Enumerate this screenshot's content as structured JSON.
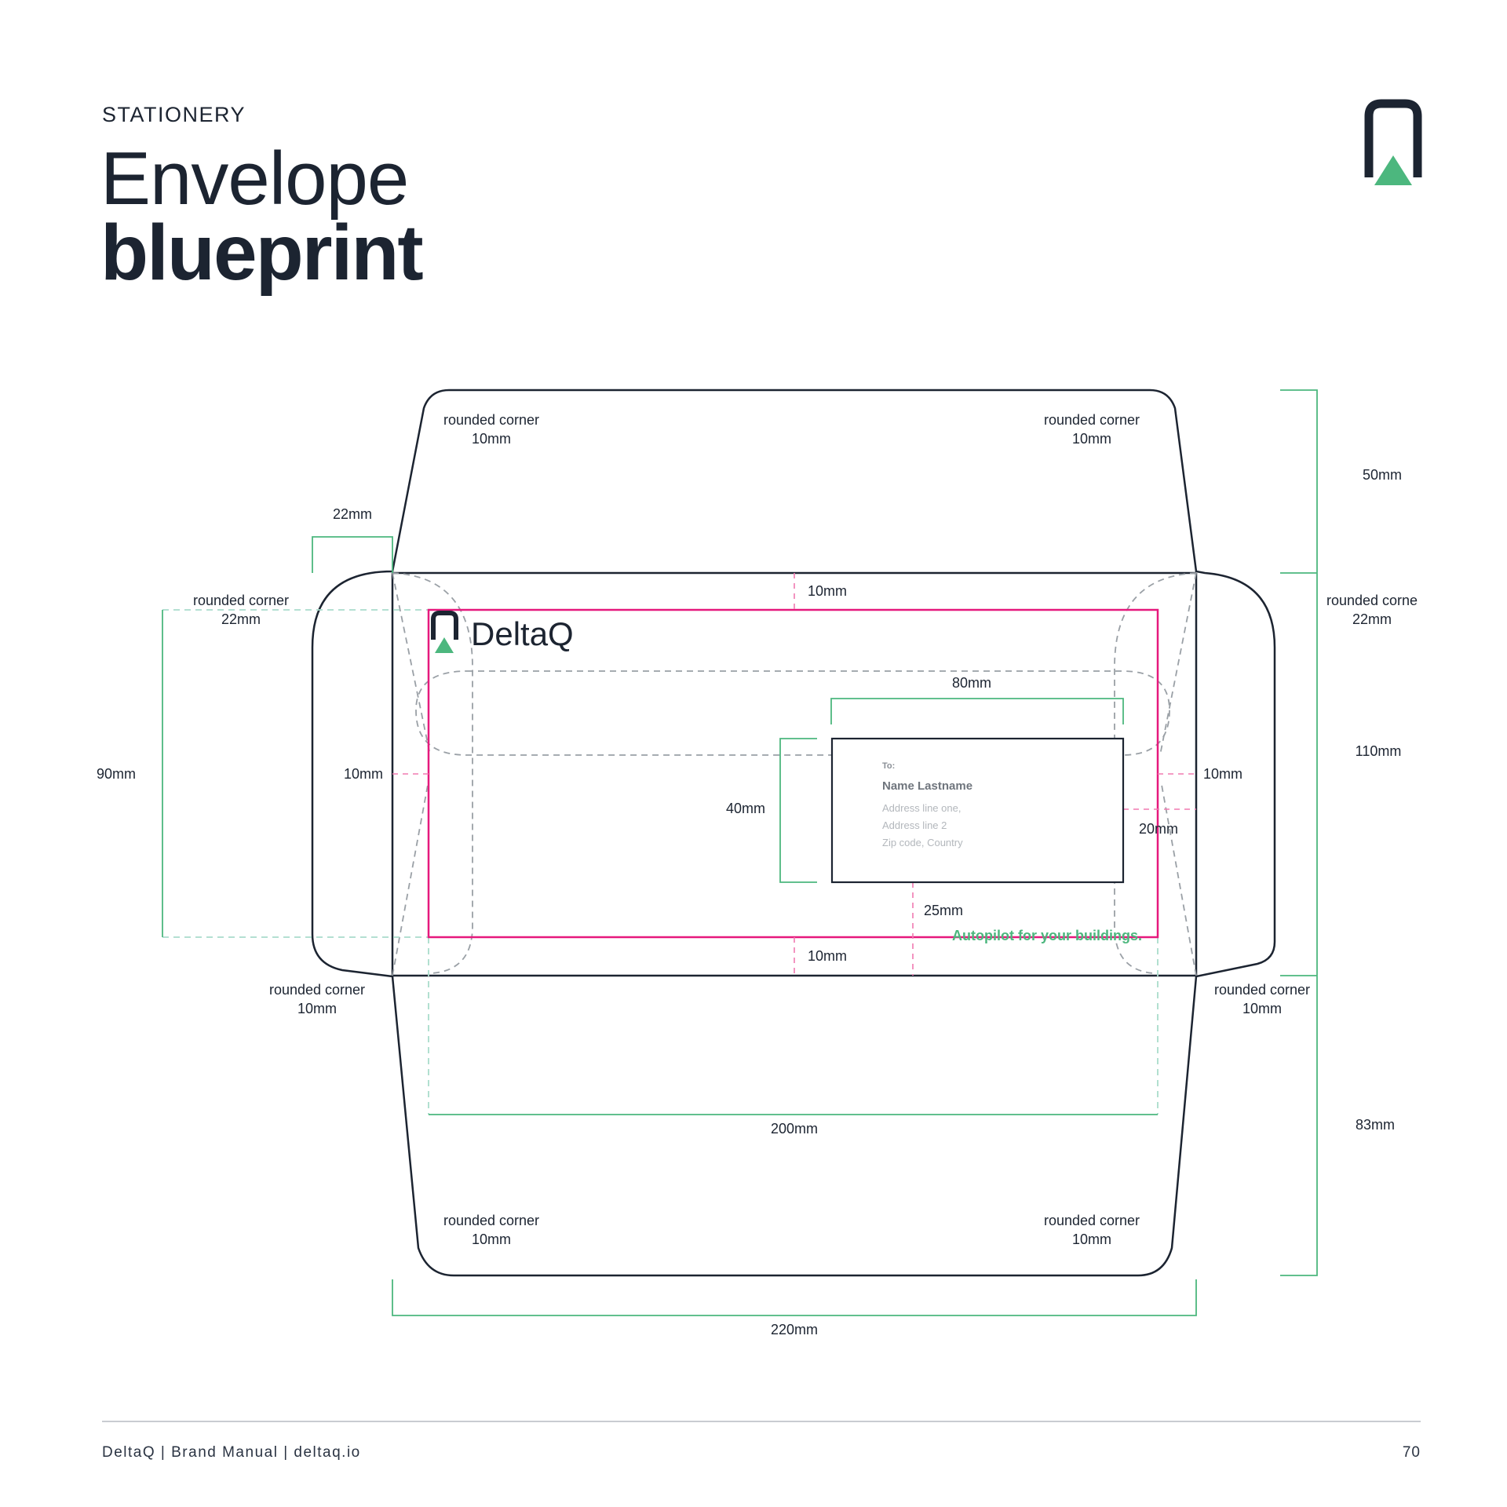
{
  "header": {
    "section_label": "STATIONERY",
    "title_light": "Envelope",
    "title_bold": "blueprint"
  },
  "brand": {
    "logo_icon": "deltaq-mark-icon",
    "wordmark": "DeltaQ"
  },
  "colors": {
    "ink": "#1c2431",
    "accent_green": "#4cb77e",
    "margin_magenta": "#e6197d",
    "fold_gray": "#9aa0a6"
  },
  "envelope": {
    "address_label": {
      "to": "To:",
      "name": "Name Lastname",
      "line1": "Address line one,",
      "line2": "Address line 2",
      "line3": "Zip code, Country"
    },
    "tagline": "Autopilot for your buildings."
  },
  "annotations": {
    "top_flap_left_corner": [
      "rounded corner",
      "10mm"
    ],
    "top_flap_right_corner": [
      "rounded corner",
      "10mm"
    ],
    "side_flap_left_corner": [
      "rounded corner",
      "22mm"
    ],
    "side_flap_right_corner": [
      "rounded corne",
      "22mm"
    ],
    "bottom_left_outer_corner": [
      "rounded corner",
      "10mm"
    ],
    "bottom_right_outer_corner": [
      "rounded corner",
      "10mm"
    ],
    "bottom_flap_left_corner": [
      "rounded corner",
      "10mm"
    ],
    "bottom_flap_right_corner": [
      "rounded corner",
      "10mm"
    ],
    "side_flap_width": "22mm",
    "top_margin": "10mm",
    "bottom_margin": "10mm",
    "left_margin": "10mm",
    "right_margin": "10mm",
    "window_width": "80mm",
    "window_height": "40mm",
    "window_right_offset": "20mm",
    "window_bottom_offset": "25mm",
    "print_height": "90mm",
    "print_width": "200mm",
    "total_width": "220mm",
    "top_flap_height": "50mm",
    "body_height": "110mm",
    "bottom_flap_height": "83mm"
  },
  "footer": {
    "left": "DeltaQ | Brand Manual | deltaq.io",
    "page_number": "70"
  }
}
